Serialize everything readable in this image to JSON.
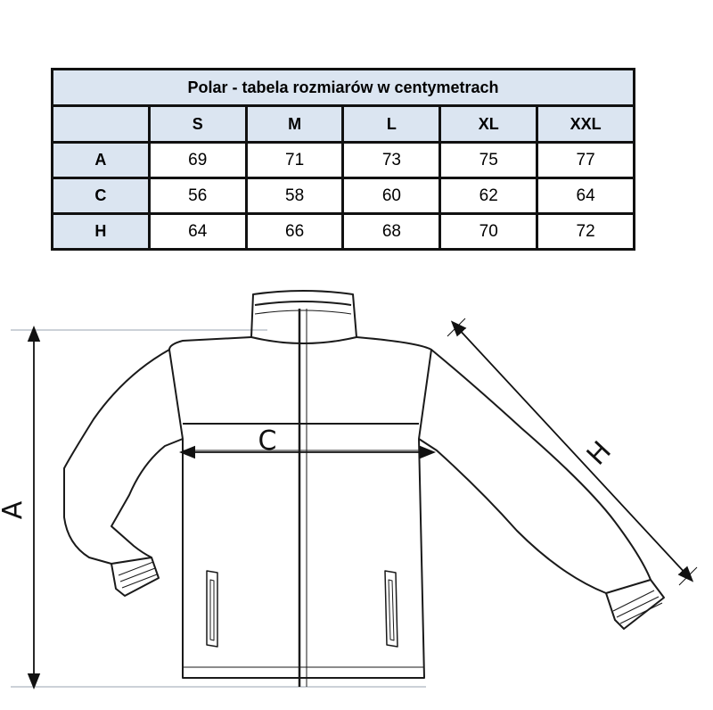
{
  "table": {
    "title": "Polar - tabela rozmiarów w centymetrach",
    "sizes": [
      "S",
      "M",
      "L",
      "XL",
      "XXL"
    ],
    "rows": [
      {
        "label": "A",
        "values": [
          "69",
          "71",
          "73",
          "75",
          "77"
        ]
      },
      {
        "label": "C",
        "values": [
          "56",
          "58",
          "60",
          "62",
          "64"
        ]
      },
      {
        "label": "H",
        "values": [
          "64",
          "66",
          "68",
          "70",
          "72"
        ]
      }
    ]
  },
  "diagram": {
    "label_a": "A",
    "label_c": "C",
    "label_h": "H"
  },
  "colors": {
    "header_fill": "#dbe5f1",
    "line": "#111111"
  }
}
